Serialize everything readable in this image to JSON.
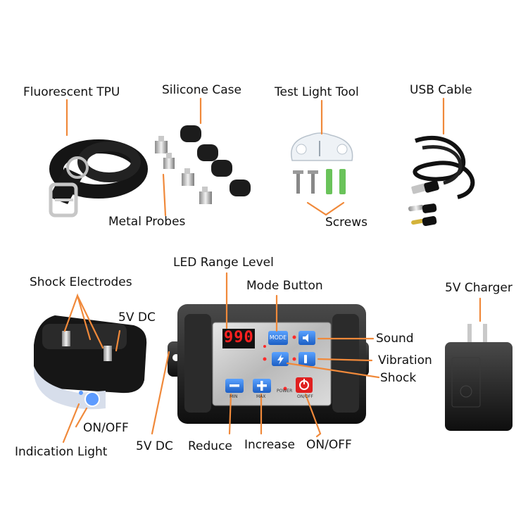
{
  "labels": {
    "fluorescent_tpu": "Fluorescent TPU",
    "silicone_case": "Silicone Case",
    "test_light_tool": "Test Light Tool",
    "usb_cable": "USB Cable",
    "metal_probes": "Metal Probes",
    "screws": "Screws",
    "led_range_level": "LED Range Level",
    "mode_button": "Mode Button",
    "shock_electrodes": "Shock Electrodes",
    "five_v_dc_collar": "5V DC",
    "five_v_charger": "5V Charger",
    "sound": "Sound",
    "vibration": "Vibration",
    "shock": "Shock",
    "on_off_collar": "ON/OFF",
    "indication_light": "Indication Light",
    "five_v_dc_unit": "5V DC",
    "reduce": "Reduce",
    "increase": "Increase",
    "on_off_unit": "ON/OFF"
  },
  "panel": {
    "display_value": "990",
    "mode_key": "MODE",
    "min_label": "MIN",
    "max_label": "MAX",
    "power_label": "POWER",
    "onoff_label": "ON/OFF"
  },
  "colors": {
    "leader": "#f0893a",
    "button_blue": "#2f7fe0",
    "power_red": "#e02020",
    "led_red": "#ff2020"
  }
}
